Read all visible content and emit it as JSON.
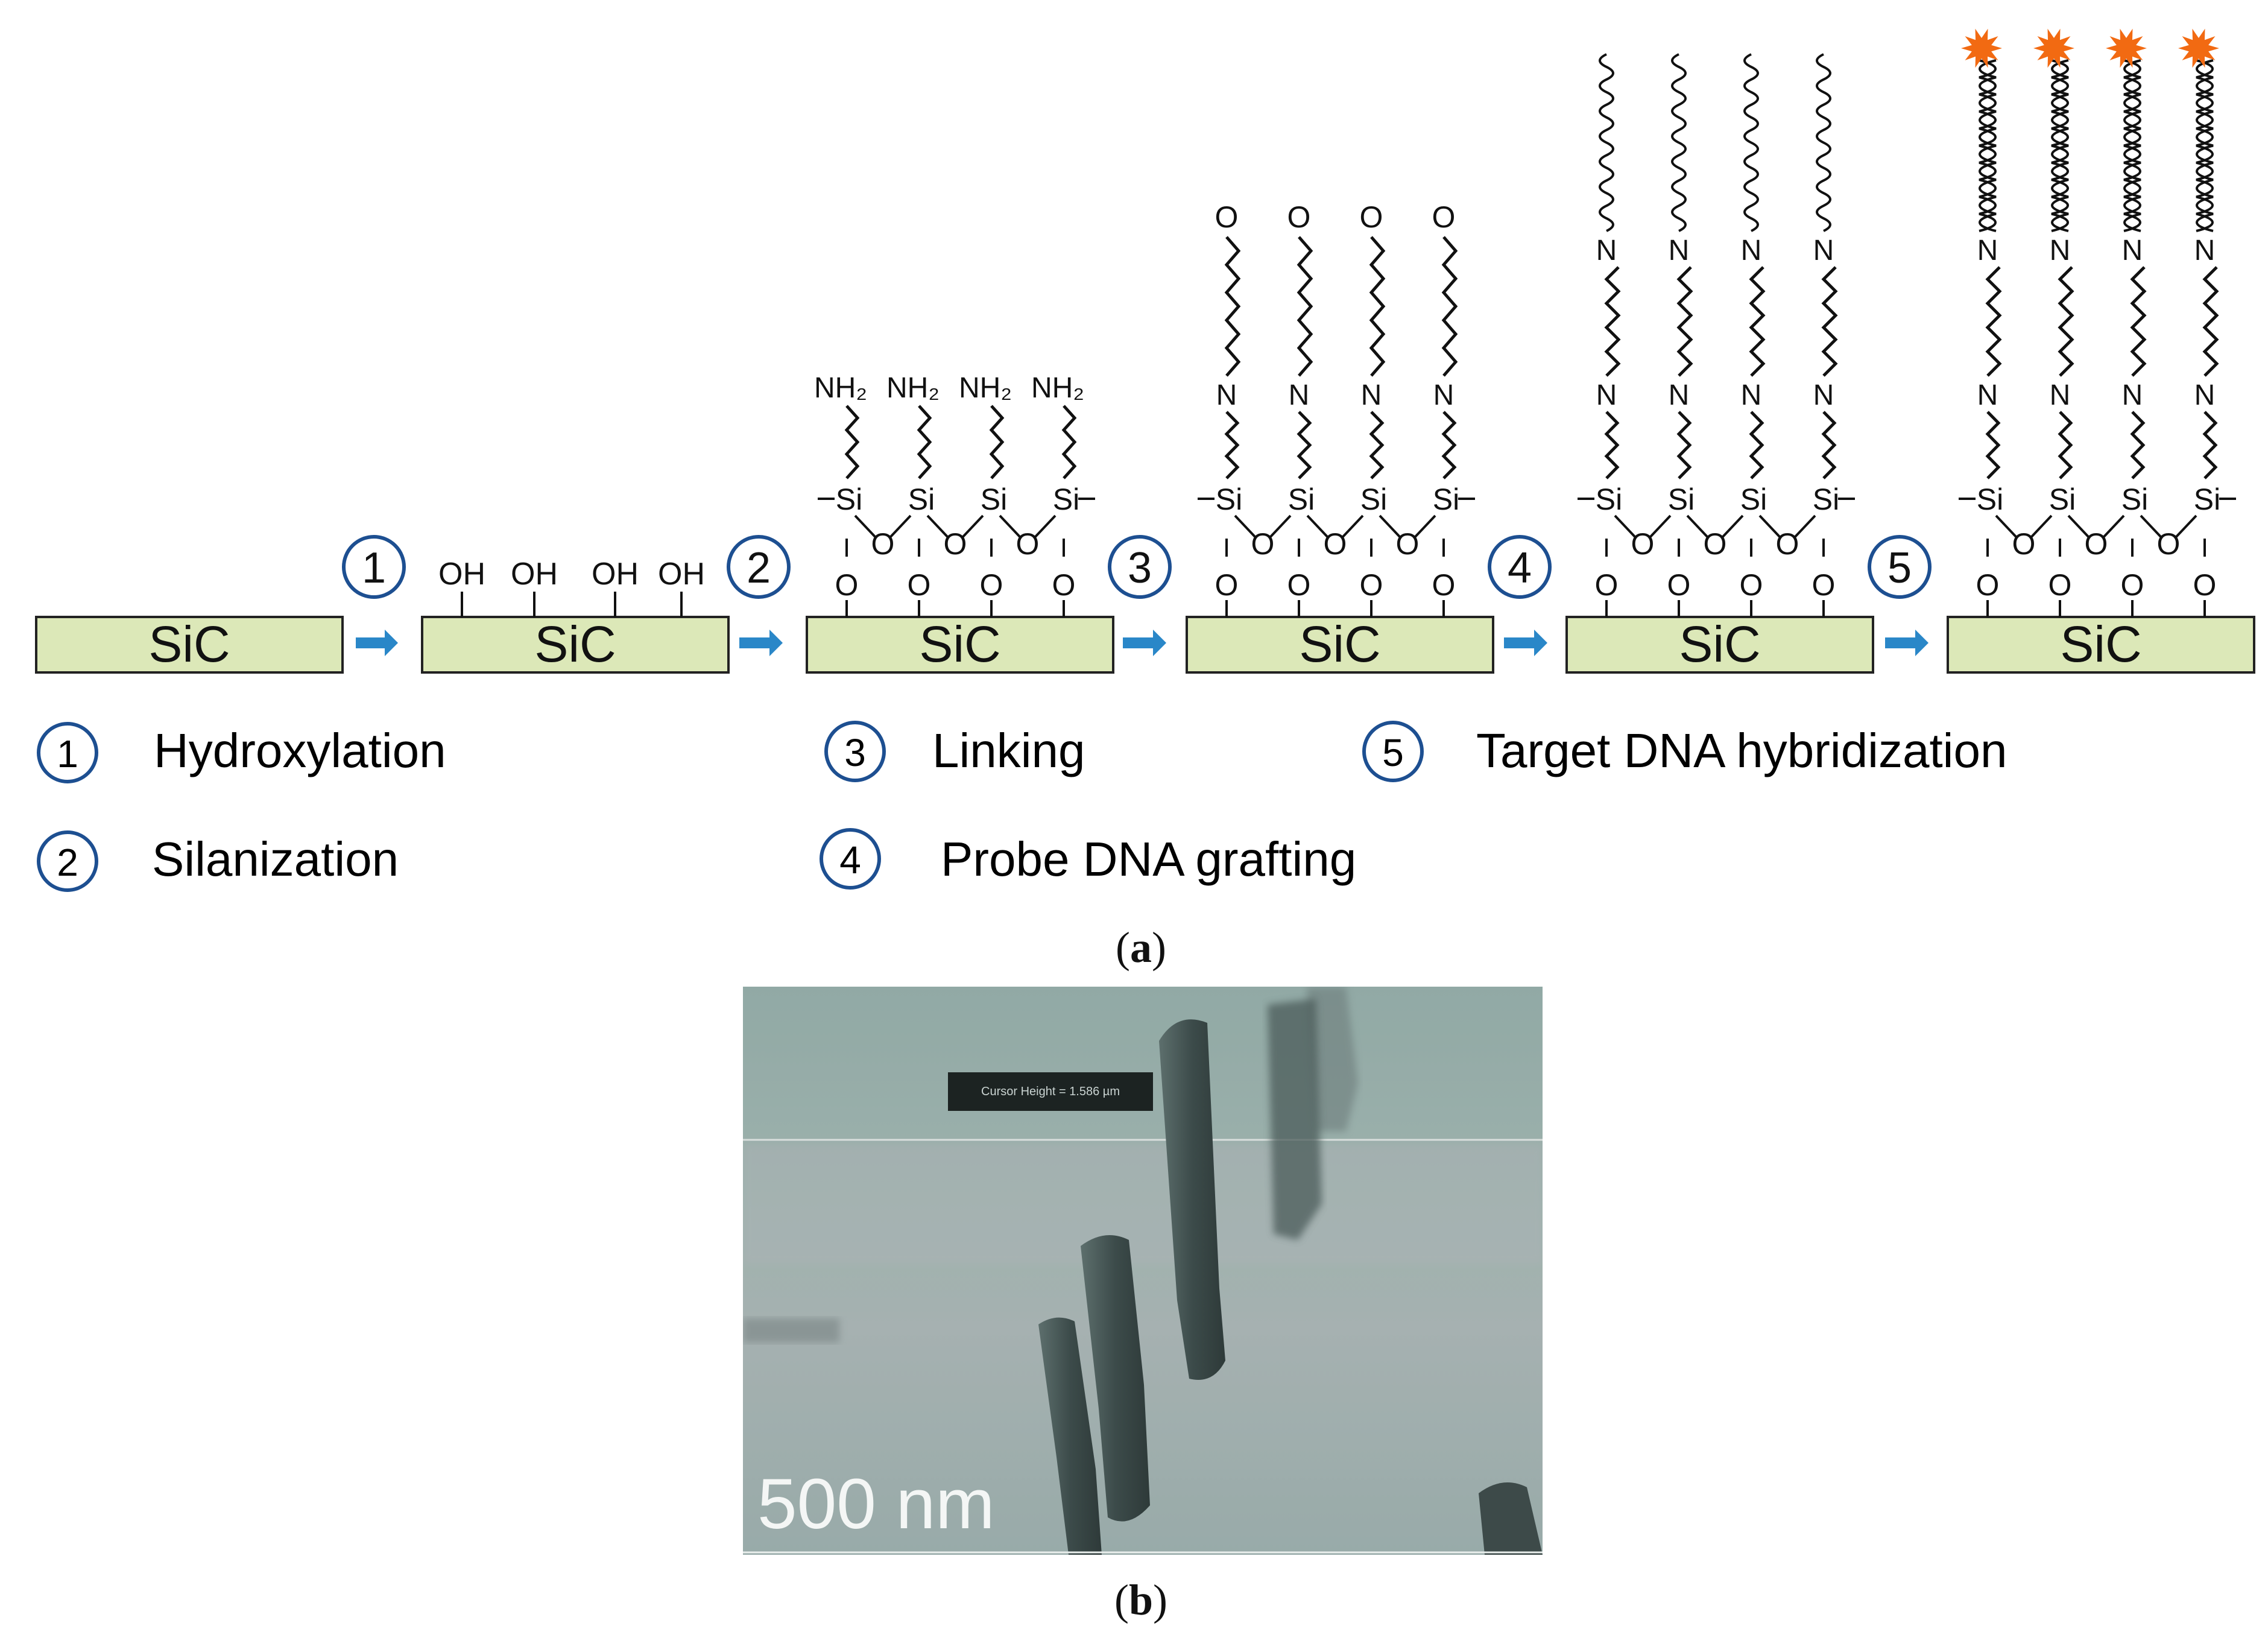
{
  "figure": {
    "substrate_label": "SiC",
    "stages": [
      {
        "step": "",
        "top_labels": []
      },
      {
        "step": "1",
        "top_labels": [
          "OH",
          "OH",
          "OH",
          "OH"
        ]
      },
      {
        "step": "2",
        "top_labels": [
          "NH₂",
          "NH₂",
          "NH₂",
          "NH₂"
        ]
      },
      {
        "step": "3",
        "top_labels": [
          "O",
          "O",
          "O",
          "O"
        ]
      },
      {
        "step": "4",
        "top_labels": [
          "N",
          "N",
          "N",
          "N"
        ]
      },
      {
        "step": "5",
        "top_labels": [
          "N",
          "N",
          "N",
          "N"
        ]
      }
    ],
    "atoms": {
      "si": "Si",
      "o": "O",
      "n": "N"
    },
    "legend": [
      {
        "num": "1",
        "text": "Hydroxylation"
      },
      {
        "num": "2",
        "text": "Silanization"
      },
      {
        "num": "3",
        "text": "Linking"
      },
      {
        "num": "4",
        "text": "Probe DNA grafting"
      },
      {
        "num": "5",
        "text": "Target DNA hybridization"
      }
    ],
    "caption_a": "a",
    "caption_b": "b",
    "sem": {
      "cursor_text": "Cursor Height = 1.586 µm",
      "scale_text": "500 nm"
    },
    "colors": {
      "substrate_fill": "#dce8b8",
      "arrow": "#2a87c8",
      "circle": "#1d4f91",
      "fluorophore": "#f26a12"
    }
  }
}
